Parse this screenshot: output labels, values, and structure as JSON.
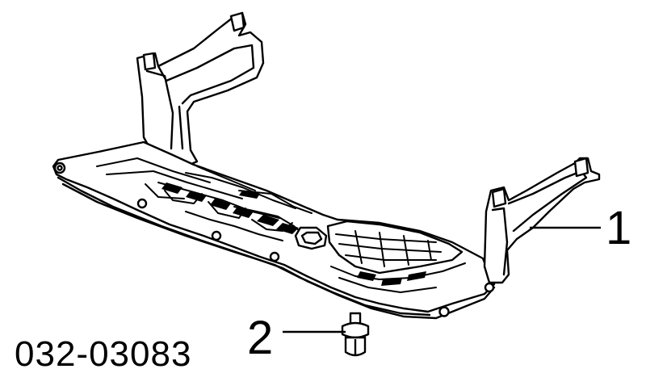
{
  "diagram": {
    "part_number": "032-03083",
    "callouts": [
      {
        "id": "1",
        "label": "1"
      },
      {
        "id": "2",
        "label": "2"
      }
    ]
  },
  "colors": {
    "ink": "#000000",
    "background": "#ffffff",
    "fill": "#ffffff"
  }
}
